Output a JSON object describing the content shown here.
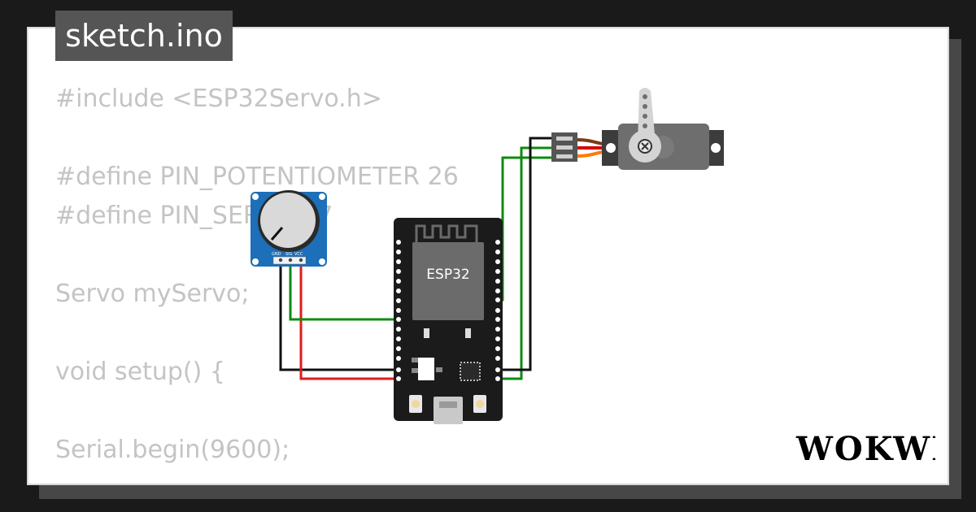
{
  "tab": {
    "label": "sketch.ino"
  },
  "code": {
    "lines": [
      "#include <ESP32Servo.h>",
      "",
      "#define PIN_POTENTIOMETER 26",
      "#define PIN_SERVO 27",
      "",
      "Servo myServo;",
      "",
      "void setup() {",
      "",
      "Serial.begin(9600);"
    ]
  },
  "board": {
    "chip_label": "ESP32"
  },
  "potentiometer": {
    "pin_labels": [
      "GND",
      "SIG",
      "VCC"
    ]
  },
  "logo": {
    "text": "WOKWI"
  },
  "colors": {
    "wire_green": "#0f8a0f",
    "wire_red": "#e21b1b",
    "wire_black": "#111111",
    "servo_orange": "#ff7a00",
    "servo_red": "#d40000",
    "servo_brown": "#7a3b16",
    "pot_blue": "#1c6fb8",
    "board_black": "#1b1b1b",
    "chip_gray": "#6b6b6b"
  }
}
